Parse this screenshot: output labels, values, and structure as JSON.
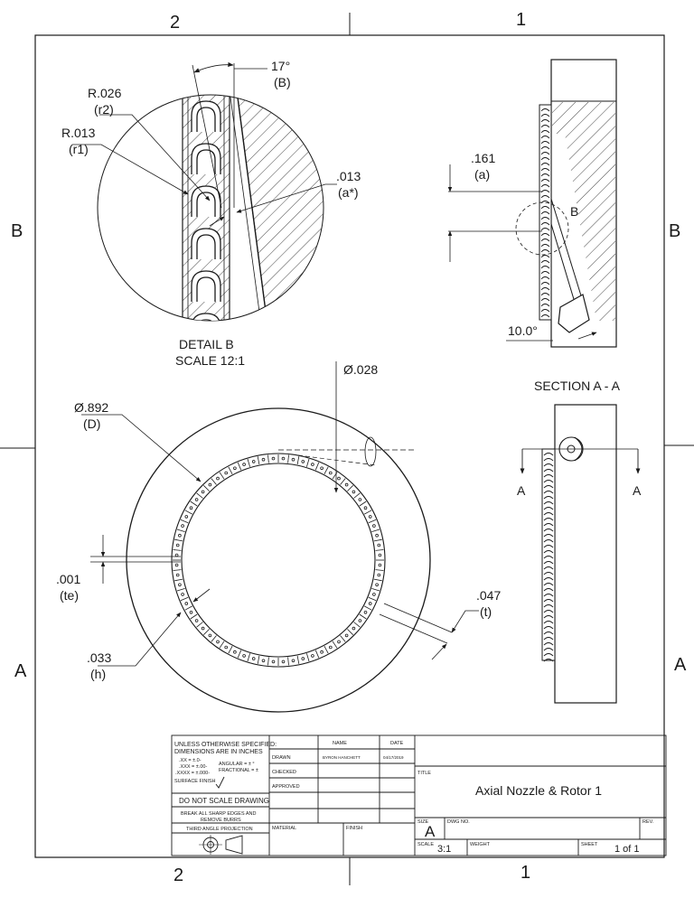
{
  "sheet": {
    "zones": {
      "top_left": "2",
      "top_right": "1",
      "bottom_left": "2",
      "bottom_right": "1",
      "left_upper": "B",
      "left_lower": "A",
      "right_upper": "B",
      "right_lower": "A"
    }
  },
  "detail": {
    "angle_label": "17°",
    "angle_sub": "(B)",
    "r2_label": "R.026",
    "r2_sub": "(r2)",
    "r1_label": "R.013",
    "r1_sub": "(r1)",
    "a_star_label": ".013",
    "a_star_sub": "(a*)",
    "caption_1": "DETAIL B",
    "caption_2": "SCALE 12:1"
  },
  "section": {
    "a_label": ".161",
    "a_sub": "(a)",
    "detail_marker": "B",
    "angle_label": "10.0°",
    "caption": "SECTION A - A",
    "cut_left": "A",
    "cut_right": "A"
  },
  "front": {
    "d_label": "Ø.892",
    "d_sub": "(D)",
    "hole_label": "Ø.028",
    "te_label": ".001",
    "te_sub": "(te)",
    "h_label": ".033",
    "h_sub": "(h)",
    "t_label": ".047",
    "t_sub": "(t)"
  },
  "title_block": {
    "notes_1": "UNLESS OTHERWISE SPECIFIED:",
    "notes_2": "DIMENSIONS ARE IN INCHES",
    "tol_xx": ".XX = ±.0-",
    "tol_xxx": ".XXX = ±.00-",
    "tol_xxxx": ".XXXX = ±.000-",
    "tol_angular": "ANGULAR = ± °",
    "tol_fractional": "FRACTIONAL = ±",
    "surface_finish": "SURFACE FINISH",
    "do_not_scale": "DO NOT SCALE DRAWING",
    "break_edges_1": "BREAK ALL SHARP EDGES AND",
    "break_edges_2": "REMOVE BURRS",
    "projection": "THIRD ANGLE PROJECTION",
    "col_name": "NAME",
    "col_date": "DATE",
    "row_drawn": "DRAWN",
    "row_checked": "CHECKED",
    "row_approved": "APPROVED",
    "drawn_name": "BYRON HANCHETT",
    "drawn_date": "04/17/2019",
    "material": "MATERIAL",
    "finish": "FINISH",
    "title_label": "TITLE",
    "title": "Axial Nozzle & Rotor 1",
    "size_label": "SIZE",
    "size": "A",
    "dwg_no_label": "DWG NO.",
    "rev_label": "REV.",
    "scale_label": "SCALE",
    "scale": "3:1",
    "weight_label": "WEIGHT",
    "sheet_label": "SHEET",
    "sheet": "1 of 1"
  }
}
